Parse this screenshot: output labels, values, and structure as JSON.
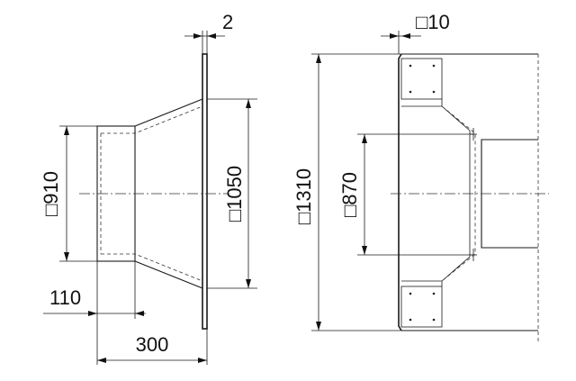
{
  "diagram": {
    "dimensions": {
      "flange_thickness": "2",
      "inlet_square": "□910",
      "flange_square": "□1050",
      "inlet_length": "110",
      "total_length": "300",
      "wall_thickness": "□10",
      "outer_square": "□1310",
      "opening_square": "□870"
    }
  }
}
